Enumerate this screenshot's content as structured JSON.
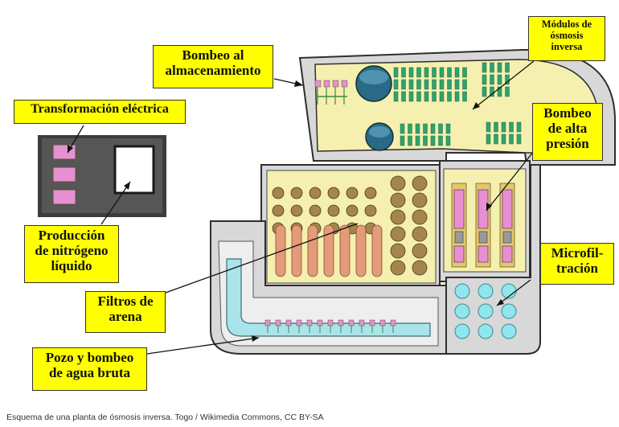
{
  "labels": {
    "bombeo_almacenamiento": "Bombeo al\nalmacenamiento",
    "modulos_osmosis": "Módulos de\nósmosis\ninversa",
    "transformacion": "Transformación eléctrica",
    "bombeo_alta_presion": "Bombeo\nde alta\npresión",
    "produccion_nitrogeno": "Producción\nde nitrógeno\nlíquido",
    "microfiltracion": "Microfil-\ntración",
    "filtros_arena": "Filtros de\narena",
    "pozo_bombeo": "Pozo y bombeo\nde agua bruta"
  },
  "caption": "Esquema de una planta de ósmosis inversa. Togo / Wikimedia Commons, CC BY-SA",
  "colors": {
    "label_bg": "#ffff00",
    "floor": "#f6f0b0",
    "wall": "#3a3a3a",
    "wall_light": "#d8d8d8",
    "membranes": "#2fa36e",
    "tanks": "#2a6a86",
    "filters": "#a4864a",
    "pink": "#e68fd2",
    "sand_tanks": "#e39b79",
    "micro": "#8fe6ec",
    "channel": "#a9e4ea"
  }
}
